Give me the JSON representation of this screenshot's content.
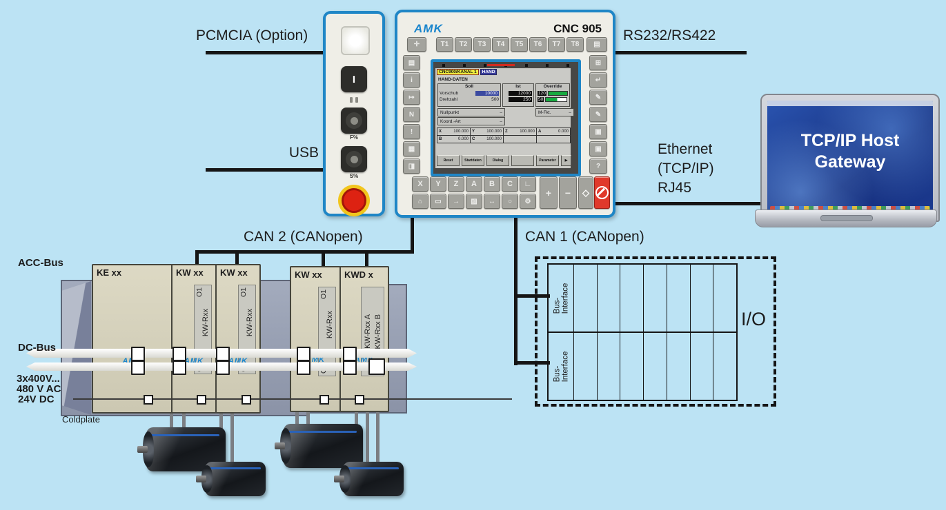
{
  "connections": {
    "pcmcia": "PCMCIA (Option)",
    "usb": "USB",
    "rs232": "RS232/RS422",
    "ethernet_line1": "Ethernet",
    "ethernet_line2": "(TCP/IP)",
    "ethernet_line3": "RJ45",
    "can2": "CAN 2 (CANopen)",
    "can1": "CAN 1 (CANopen)"
  },
  "pendant": {
    "key_switch": "I",
    "knob_feed": "F%",
    "knob_speed": "S%"
  },
  "cnc": {
    "brand": "AMK",
    "model": "CNC 905",
    "fkeys": [
      "T1",
      "T2",
      "T3",
      "T4",
      "T5",
      "T6",
      "T7",
      "T8"
    ],
    "screen": {
      "channel_tab": "CNC900/KANAL 1",
      "mode_tab": "HAND",
      "title": "HAND-DATEN",
      "col_setpoint": "Soll",
      "col_actual": "Ist",
      "col_override": "Override",
      "row_feed": "Vorschub",
      "row_speed": "Drehzahl",
      "feed_setpoint": "10000",
      "speed_setpoint": "500",
      "feed_actual": "12000",
      "speed_actual": "250",
      "feed_override": "120",
      "speed_override": "50",
      "dropdown_zero": "Nullpunkt",
      "dropdown_mfct": "M-Fkt.",
      "dropdown_coord": "Koord.-Art",
      "dropdown_mark": "–",
      "axes": [
        {
          "name": "X",
          "value": "100.000"
        },
        {
          "name": "Y",
          "value": "100.000"
        },
        {
          "name": "Z",
          "value": "100.000"
        },
        {
          "name": "A",
          "value": "0.000"
        },
        {
          "name": "B",
          "value": "0.000"
        },
        {
          "name": "C",
          "value": "100.000"
        }
      ],
      "softkeys": [
        "Reset",
        "Startdaten",
        "Dialog",
        "",
        "Parameter"
      ],
      "softkey_more": "▶"
    },
    "axis_keys": [
      "X",
      "Y",
      "Z",
      "A",
      "B",
      "C"
    ],
    "plus": "+",
    "minus": "−"
  },
  "laptop": {
    "caption_line1": "TCP/IP Host",
    "caption_line2": "Gateway"
  },
  "rack": {
    "acc_bus": "ACC-Bus",
    "dc_bus": "DC-Bus",
    "ac_line1": "3x400V...",
    "ac_line2": "480 V AC",
    "dc24": "24V DC",
    "coldplate": "Coldplate",
    "brand": "AMK",
    "modules": [
      {
        "name": "KE xx"
      },
      {
        "name": "KW xx",
        "o1": "O1",
        "o2": "O2",
        "rxx": "KW-Rxx"
      },
      {
        "name": "KW xx",
        "o1": "O1",
        "o2": "O2",
        "rxx": "KW-Rxx"
      },
      {
        "name": "KW xx",
        "o1": "O1",
        "o2": "O2",
        "rxx": "KW-Rxx"
      },
      {
        "name": "KWD x",
        "rxx_a": "KW-Rxx A",
        "rxx_b": "KW-Rxx B"
      }
    ]
  },
  "io": {
    "label": "I/O",
    "bus_interface_line1": "Bus-",
    "bus_interface_line2": "Interface"
  },
  "icons": {
    "power": "✛",
    "keyboard": "▤",
    "left_col": [
      "▤",
      "i",
      "↦",
      "N",
      "!",
      "▦",
      "◨"
    ],
    "right_col": [
      "⊞",
      "↵",
      "✎",
      "✎",
      "▣",
      "▣",
      "?"
    ],
    "keypad_row2": [
      "⌂",
      "▭",
      "→",
      "▨",
      "↔",
      "○",
      "⚙"
    ],
    "keypad_end": "∟",
    "start": "◇"
  }
}
